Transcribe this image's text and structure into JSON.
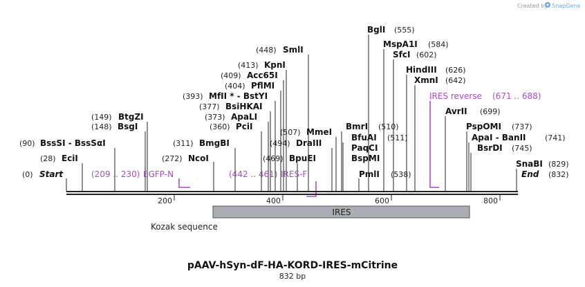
{
  "credit": {
    "created_by": "Created by",
    "brand": "SnapGene",
    "brand_color": "#6ba6d8"
  },
  "map": {
    "title": "pAAV-hSyn-dF-HA-KORD-IRES-mCitrine",
    "length_label": "832 bp",
    "start_label": "Start",
    "start_pos": "(0)",
    "end_label": "End",
    "end_pos": "(832)",
    "ticks": [
      "200",
      "400",
      "600",
      "800"
    ],
    "colors": {
      "backbone": "#222222",
      "cut_line": "#222222",
      "primer": "#a64cc8",
      "feature_fill": "#a9aeb4",
      "feature_stroke": "#555555"
    }
  },
  "enzymes": [
    {
      "pos": "(28)",
      "name": "EciI"
    },
    {
      "pos": "(90)",
      "name": "BssSI - BssSαI"
    },
    {
      "pos": "(148)",
      "name": "BsgI"
    },
    {
      "pos": "(149)",
      "name": "BtgZI"
    },
    {
      "pos": "(272)",
      "name": "NcoI"
    },
    {
      "pos": "(311)",
      "name": "BmgBI"
    },
    {
      "pos": "(360)",
      "name": "PciI"
    },
    {
      "pos": "(373)",
      "name": "ApaLI"
    },
    {
      "pos": "(377)",
      "name": "BsiHKAI"
    },
    {
      "pos": "(393)",
      "name": "MfII * - BstYI"
    },
    {
      "pos": "(404)",
      "name": "PflMI"
    },
    {
      "pos": "(409)",
      "name": "Acc65I"
    },
    {
      "pos": "(413)",
      "name": "KpnI"
    },
    {
      "pos": "(448)",
      "name": "SmlI"
    },
    {
      "pos": "(469)",
      "name": "BpuEI"
    },
    {
      "pos": "(494)",
      "name": "DraIII"
    },
    {
      "pos": "(507)",
      "name": "MmeI"
    },
    {
      "pos": "(510)",
      "name": "BmrI"
    },
    {
      "pos": "(511)",
      "name": "BfuAI"
    },
    {
      "pos": "",
      "name": "PaqCI"
    },
    {
      "pos": "",
      "name": "BspMI"
    },
    {
      "pos": "(538)",
      "name": "PmlI"
    },
    {
      "pos": "(555)",
      "name": "BglI"
    },
    {
      "pos": "(584)",
      "name": "MspA1I"
    },
    {
      "pos": "(602)",
      "name": "SfcI"
    },
    {
      "pos": "(626)",
      "name": "HindIII"
    },
    {
      "pos": "(642)",
      "name": "XmnI"
    },
    {
      "pos": "(699)",
      "name": "AvrII"
    },
    {
      "pos": "(737)",
      "name": "PspOMI"
    },
    {
      "pos": "(741)",
      "name": "ApaI - BanII"
    },
    {
      "pos": "(745)",
      "name": "BsrDI"
    },
    {
      "pos": "(829)",
      "name": "SnaBI"
    }
  ],
  "primers": [
    {
      "range": "(209 .. 230)",
      "name": "EGFP-N"
    },
    {
      "range": "(442 .. 461)",
      "name": "IRES-F"
    },
    {
      "range": "(671 .. 688)",
      "name": "IRES reverse"
    }
  ],
  "features": [
    {
      "name": "IRES"
    },
    {
      "name": "Kozak sequence"
    }
  ]
}
